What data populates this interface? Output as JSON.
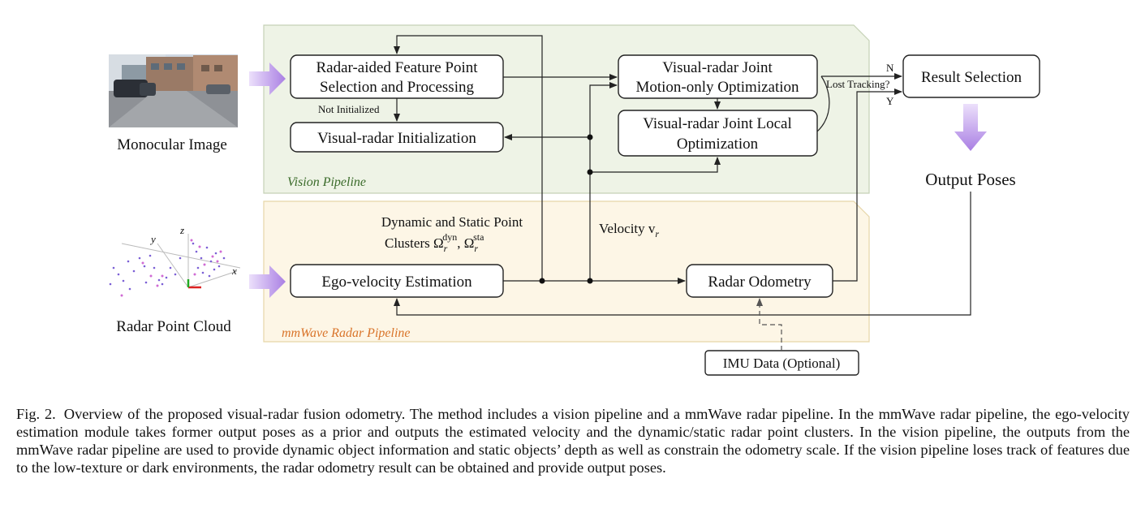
{
  "inputs": {
    "image_label": "Monocular Image",
    "cloud_label": "Radar Point Cloud"
  },
  "pipelines": {
    "vision": "Vision Pipeline",
    "radar": "mmWave Radar Pipeline"
  },
  "boxes": {
    "feature_line1": "Radar-aided Feature Point",
    "feature_line2": "Selection and Processing",
    "init": "Visual-radar Initialization",
    "motion_line1": "Visual-radar Joint",
    "motion_line2": "Motion-only Optimization",
    "local_line1": "Visual-radar Joint  Local",
    "local_line2": "Optimization",
    "result": "Result Selection",
    "ego": "Ego-velocity Estimation",
    "radar_odom": "Radar Odometry",
    "imu": "IMU Data (Optional)"
  },
  "labels": {
    "not_initialized": "Not Initialized",
    "lost_tracking": "Lost Tracking?",
    "n": "N",
    "y": "Y",
    "output_poses": "Output Poses",
    "clusters_line1": "Dynamic and Static Point",
    "clusters_prefix": "Clusters Ω",
    "clusters_sub_r": "r",
    "clusters_sup_dyn": "dyn",
    "clusters_sep": ", Ω",
    "clusters_sup_sta": "sta",
    "velocity_prefix": "Velocity v",
    "velocity_sub": "r",
    "axis_x": "x",
    "axis_y": "y",
    "axis_z": "z"
  },
  "caption": {
    "label": "Fig. 2.",
    "text": "Overview of the proposed visual-radar fusion odometry. The method includes a vision pipeline and a mmWave radar pipeline. In the mmWave radar pipeline, the ego-velocity estimation module takes former output poses as a prior and outputs the estimated velocity and the dynamic/static radar point clusters. In the vision pipeline, the outputs from the mmWave radar pipeline are used to provide dynamic object information and static objects’ depth as well as constrain the odometry scale. If the vision pipeline loses track of features due to the low-texture or dark environments, the radar odometry result can be obtained and provide output poses."
  },
  "colors": {
    "vision_bg": "#eef3e6",
    "radar_bg": "#fdf6e6",
    "vision_label": "#3a6b2a",
    "radar_label": "#d9742a",
    "arrow_purple": "#b48ee6"
  }
}
